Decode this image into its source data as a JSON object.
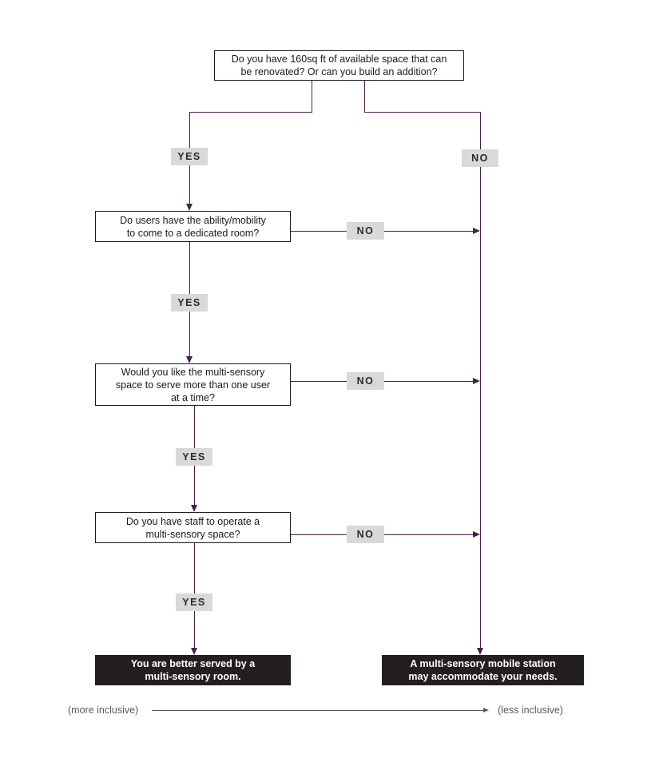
{
  "colors": {
    "connector": "#472145",
    "label_bg": "#d9d9d9",
    "outcome_bg": "#231f20",
    "box_border": "#1a1a1a",
    "axis": "#595959"
  },
  "labels": {
    "yes": "YES",
    "no": "NO"
  },
  "questions": {
    "space": {
      "lines": [
        "Do you have 160sq ft of available space that can",
        "be renovated?  Or can you build an addition?"
      ]
    },
    "mobility": {
      "lines": [
        "Do users have the ability/mobility",
        "to come to a dedicated room?"
      ]
    },
    "multi_user": {
      "lines": [
        "Would you like the multi-sensory",
        "space to serve more than one user",
        "at a time?"
      ]
    },
    "staff": {
      "lines": [
        "Do you have staff to operate a",
        "multi-sensory space?"
      ]
    }
  },
  "outcomes": {
    "room": {
      "lines": [
        "You are better served by a",
        "multi-sensory room."
      ]
    },
    "mobile": {
      "lines": [
        "A multi-sensory mobile station",
        "may accommodate your needs."
      ]
    }
  },
  "axis": {
    "left": "(more inclusive)",
    "right": "(less inclusive)"
  }
}
